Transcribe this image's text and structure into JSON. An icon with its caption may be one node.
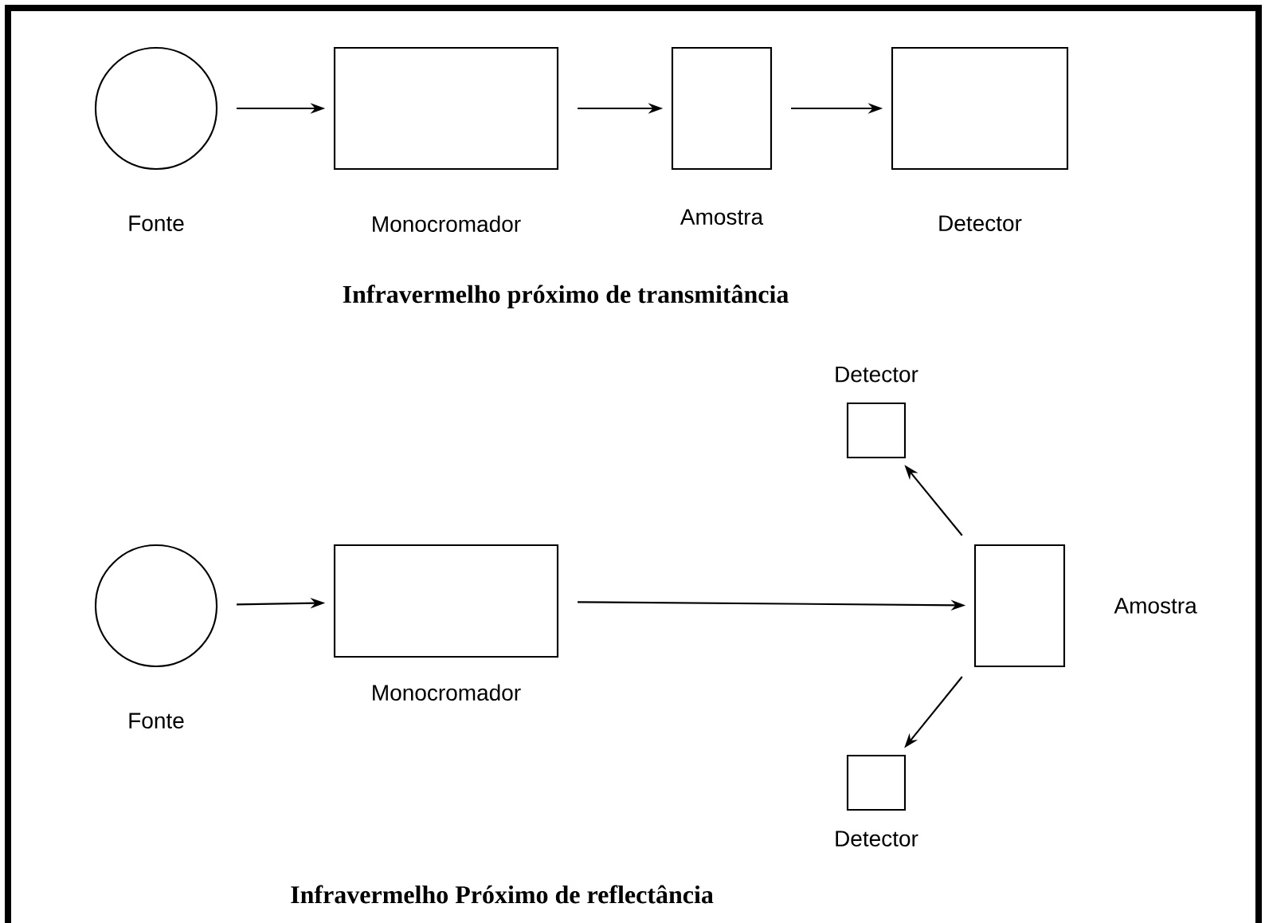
{
  "diagram": {
    "nodes": [
      {
        "text": [
          "Fonte"
        ]
      },
      {
        "text": [
          "Monocromador"
        ]
      },
      {
        "text": [
          "Amostra"
        ]
      },
      {
        "text": [
          "Detector"
        ]
      },
      {
        "text": [
          "Fonte"
        ]
      },
      {
        "text": [
          "Monocromador"
        ]
      },
      {
        "text": [
          "Amostra"
        ]
      },
      {
        "text": [
          "Detector"
        ]
      },
      {
        "text": [
          "Detector"
        ]
      }
    ],
    "edges": [
      {
        "from": 0,
        "to": 1,
        "arrow": "to"
      },
      {
        "from": 1,
        "to": 2,
        "arrow": "to"
      },
      {
        "from": 2,
        "to": 3,
        "arrow": "to"
      },
      {
        "from": 4,
        "to": 5,
        "arrow": "to"
      },
      {
        "from": 5,
        "to": 6,
        "arrow": "to"
      },
      {
        "from": 6,
        "to": 7,
        "arrow": "to"
      },
      {
        "from": 6,
        "to": 8,
        "arrow": "to"
      }
    ],
    "labels": [
      "Infravermelho próximo de transmitância",
      "Infravermelho Próximo de reflectância"
    ]
  }
}
